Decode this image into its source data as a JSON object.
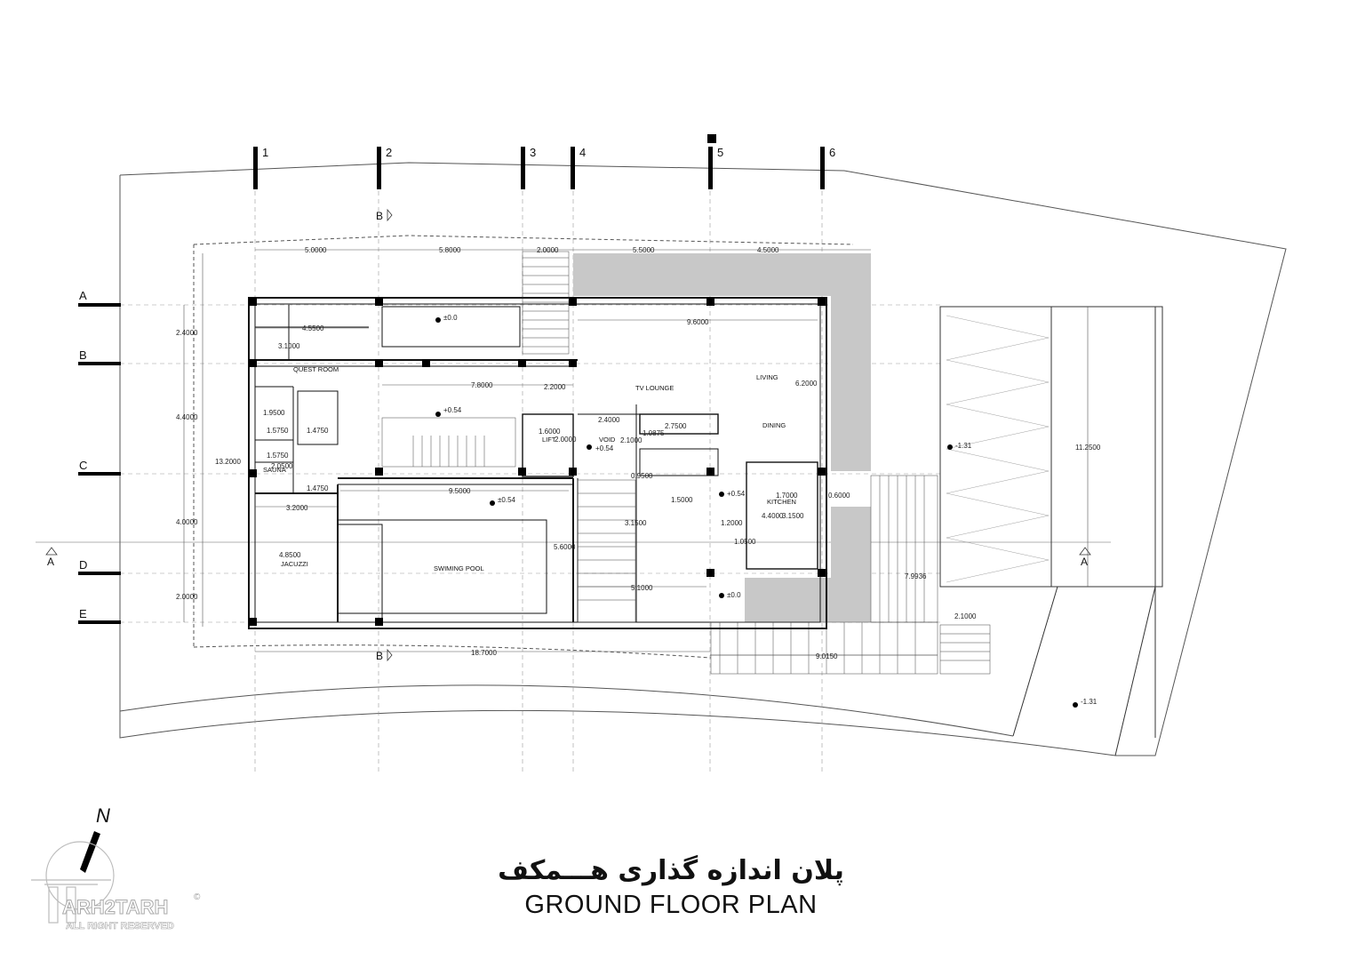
{
  "title": {
    "persian": "پلان اندازه گذاری هـــمکف",
    "english": "GROUND  FLOOR PLAN"
  },
  "north_label": "N",
  "logo": {
    "name": "ARH2TARH",
    "tagline": "ALL RIGHT RESERVED",
    "copyright": "©"
  },
  "grid_axes": {
    "vertical": [
      "1",
      "2",
      "3",
      "4",
      "5",
      "6"
    ],
    "horizontal": [
      "A",
      "B",
      "C",
      "D",
      "E"
    ]
  },
  "section_marks": {
    "a_left": "A",
    "a_right": "A",
    "b_top": "B",
    "b_bottom": "B"
  },
  "rooms": {
    "guest_room": "QUEST ROOM",
    "tv_lounge": "TV LOUNGE",
    "living": "LIVING",
    "dining": "DINING",
    "lift": "LIFT",
    "void": "VOID",
    "sauna": "SAUNA",
    "jacuzzi": "JACUZZI",
    "swimming_pool": "SWIMING POOL",
    "kitchen": "KITCHEN"
  },
  "levels": [
    "±0.0",
    "+0.54",
    "±0.54",
    "+0.54",
    "+0.54",
    "±0.0",
    "-1.31",
    "-1.31"
  ],
  "dimensions": {
    "top": [
      "5.0000",
      "5.8000",
      "2.0000",
      "5.5000",
      "4.5000"
    ],
    "bottom_total": "18.7000",
    "bottom_right": "9.0150",
    "left_total": "13.2000",
    "left_rows": [
      "2.4000",
      "4.4000",
      "4.0000",
      "2.0000"
    ],
    "right_total": "11.2500",
    "misc": [
      "4.5500",
      "3.1000",
      "1.9500",
      "1.5750",
      "1.4750",
      "1.5750",
      "2.0500",
      "1.4750",
      "7.8000",
      "2.2000",
      "9.6000",
      "6.2000",
      "2.4000",
      "1.6000",
      "2.0000",
      "2.1000",
      "2.7500",
      "1.0875",
      "9.5000",
      "3.2000",
      "4.8500",
      "5.6000",
      "1.5000",
      "3.1500",
      "5.1000",
      "1.2000",
      "1.0500",
      "1.7000",
      "0.6000",
      "4.4000",
      "3.1500",
      "7.9936",
      "2.1000",
      "0.9500"
    ]
  }
}
